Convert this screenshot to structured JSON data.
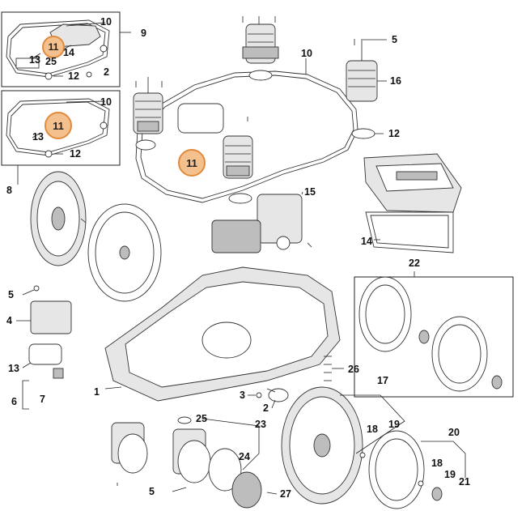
{
  "callouts": {
    "c9": "9",
    "c10a": "10",
    "c11a": "11",
    "c14a": "14",
    "c13a": "13",
    "c25a": "25",
    "c12a": "12",
    "c2a": "2",
    "c10b": "10",
    "c11b": "11",
    "c13b": "13",
    "c12b": "12",
    "c8": "8",
    "c5a": "5",
    "c10c": "10",
    "c16": "16",
    "c11c": "11",
    "c12c": "12",
    "c15": "15",
    "c14b": "14",
    "c22": "22",
    "c5b": "5",
    "c4": "4",
    "c13c": "13",
    "c6": "6",
    "c7": "7",
    "c1": "1",
    "c3": "3",
    "c2b": "2",
    "c26": "26",
    "c17": "17",
    "c18a": "18",
    "c19a": "19",
    "c25b": "25",
    "c23": "23",
    "c24": "24",
    "c5c": "5",
    "c27": "27",
    "c20": "20",
    "c18b": "18",
    "c19b": "19",
    "c21": "21"
  },
  "colors": {
    "highlight_fill": "#f4c08e",
    "highlight_border": "#e08a3c",
    "line": "#222222"
  }
}
